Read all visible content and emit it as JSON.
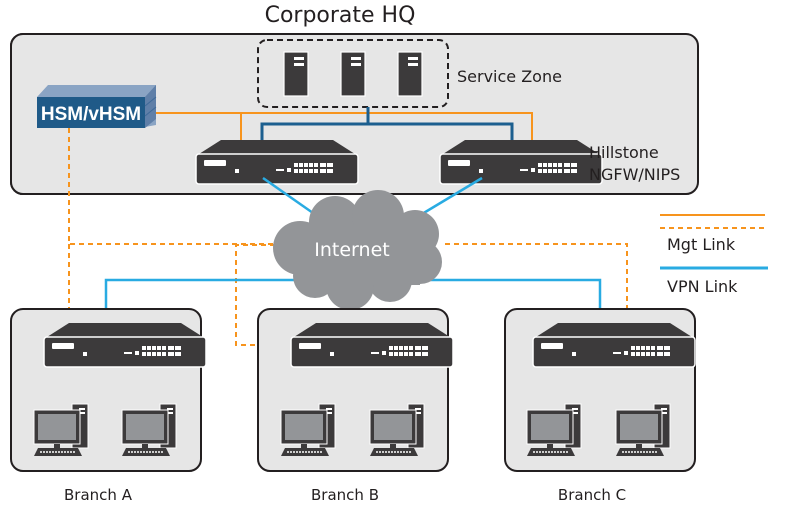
{
  "title": "Corporate HQ",
  "hq": {
    "service_zone_label": "Service Zone",
    "firewall_label_line1": "Hillstone",
    "firewall_label_line2": "NGFW/NIPS",
    "hsm_label": "HSM/vHSM",
    "server_count": 3,
    "firewall_count": 2
  },
  "cloud": {
    "label": "Internet"
  },
  "legend": {
    "items": [
      {
        "label": "Mgt Link",
        "style": "solid + dashed",
        "color": "#f7941d"
      },
      {
        "label": "VPN Link",
        "style": "solid",
        "color": "#29abe2"
      }
    ]
  },
  "branches": [
    {
      "id": "A",
      "label": "Branch A",
      "computers": 2
    },
    {
      "id": "B",
      "label": "Branch B",
      "computers": 2
    },
    {
      "id": "C",
      "label": "Branch C",
      "computers": 2
    }
  ],
  "colors": {
    "mgt_link": "#f7941d",
    "vpn_link": "#29abe2",
    "internal_link": "#1c5f8f",
    "device": "#3c3a3b",
    "box_fill": "#e6e6e6",
    "box_stroke": "#231f20",
    "cloud": "#939598",
    "hsm": "#1f5a88"
  }
}
